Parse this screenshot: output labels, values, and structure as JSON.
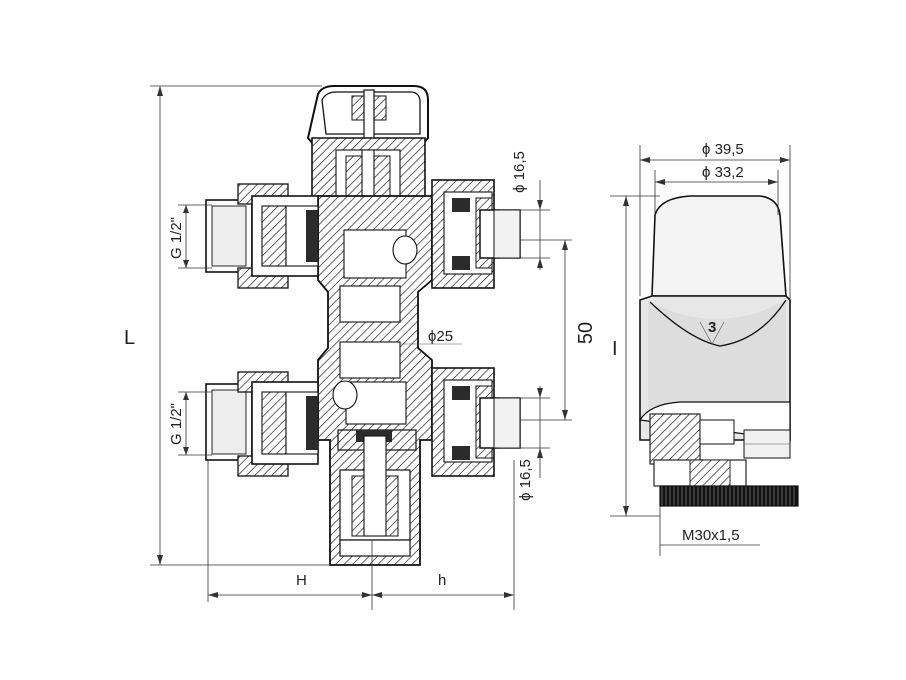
{
  "dimensions": {
    "left_thread_top": "G 1/2\"",
    "left_thread_bottom": "G 1/2\"",
    "right_dia_top": "ϕ 16,5",
    "right_dia_bottom": "ϕ 16,5",
    "center_dia": "ϕ25",
    "spacing": "50",
    "total_length": "L",
    "width_left": "H",
    "width_right": "h",
    "head_outer_dia": "ϕ 39,5",
    "head_inner_dia": "ϕ 33,2",
    "head_height": "I",
    "head_thread": "M30x1,5",
    "scale_mark": "3"
  },
  "colors": {
    "line": "#111111",
    "hatch_fill": "#d9d9d9",
    "dark_fill": "#2b2b2b",
    "background": "#ffffff"
  }
}
